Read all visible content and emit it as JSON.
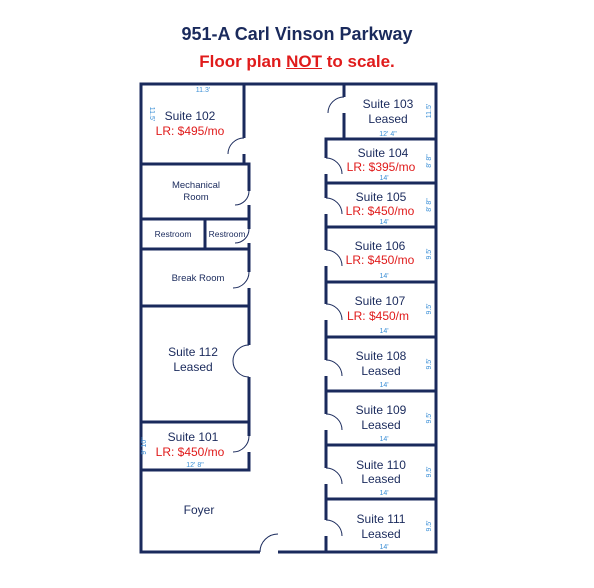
{
  "header": {
    "title": "951-A Carl Vinson Parkway",
    "subtitle_before": "Floor plan ",
    "subtitle_emph": "NOT",
    "subtitle_after": " to scale."
  },
  "rooms": {
    "suite102": {
      "name": "Suite 102",
      "rent": "LR: $495/mo",
      "dim_w": "11.3'",
      "dim_h": "11.5'"
    },
    "mechanical": {
      "line1": "Mechanical",
      "line2": "Room"
    },
    "restroom_a": {
      "name": "Restroom"
    },
    "restroom_b": {
      "name": "Restroom"
    },
    "breakroom": {
      "name": "Break Room"
    },
    "suite112": {
      "name": "Suite 112",
      "status": "Leased"
    },
    "suite101": {
      "name": "Suite 101",
      "rent": "LR: $450/mo",
      "dim_w": "12' 8\"",
      "dim_h": "9' 10\""
    },
    "foyer": {
      "name": "Foyer"
    },
    "suite103": {
      "name": "Suite 103",
      "status": "Leased",
      "dim_w": "12' 4\"",
      "dim_h": "11.5'"
    },
    "suite104": {
      "name": "Suite 104",
      "rent": "LR: $395/mo",
      "dim_w": "14'",
      "dim_h": "8' 8\""
    },
    "suite105": {
      "name": "Suite 105",
      "rent": "LR: $450/mo",
      "dim_w": "14'",
      "dim_h": "8' 8\""
    },
    "suite106": {
      "name": "Suite 106",
      "rent": "LR: $450/mo",
      "dim_w": "14'",
      "dim_h": "9.5'"
    },
    "suite107": {
      "name": "Suite 107",
      "rent": "LR: $450/m",
      "dim_w": "14'",
      "dim_h": "9.5'"
    },
    "suite108": {
      "name": "Suite 108",
      "status": "Leased",
      "dim_w": "14'",
      "dim_h": "9.5'"
    },
    "suite109": {
      "name": "Suite 109",
      "status": "Leased",
      "dim_w": "14'",
      "dim_h": "9.5'"
    },
    "suite110": {
      "name": "Suite 110",
      "status": "Leased",
      "dim_w": "14'",
      "dim_h": "9.5'"
    },
    "suite111": {
      "name": "Suite 111",
      "status": "Leased",
      "dim_w": "14'",
      "dim_h": "9.5'"
    }
  }
}
